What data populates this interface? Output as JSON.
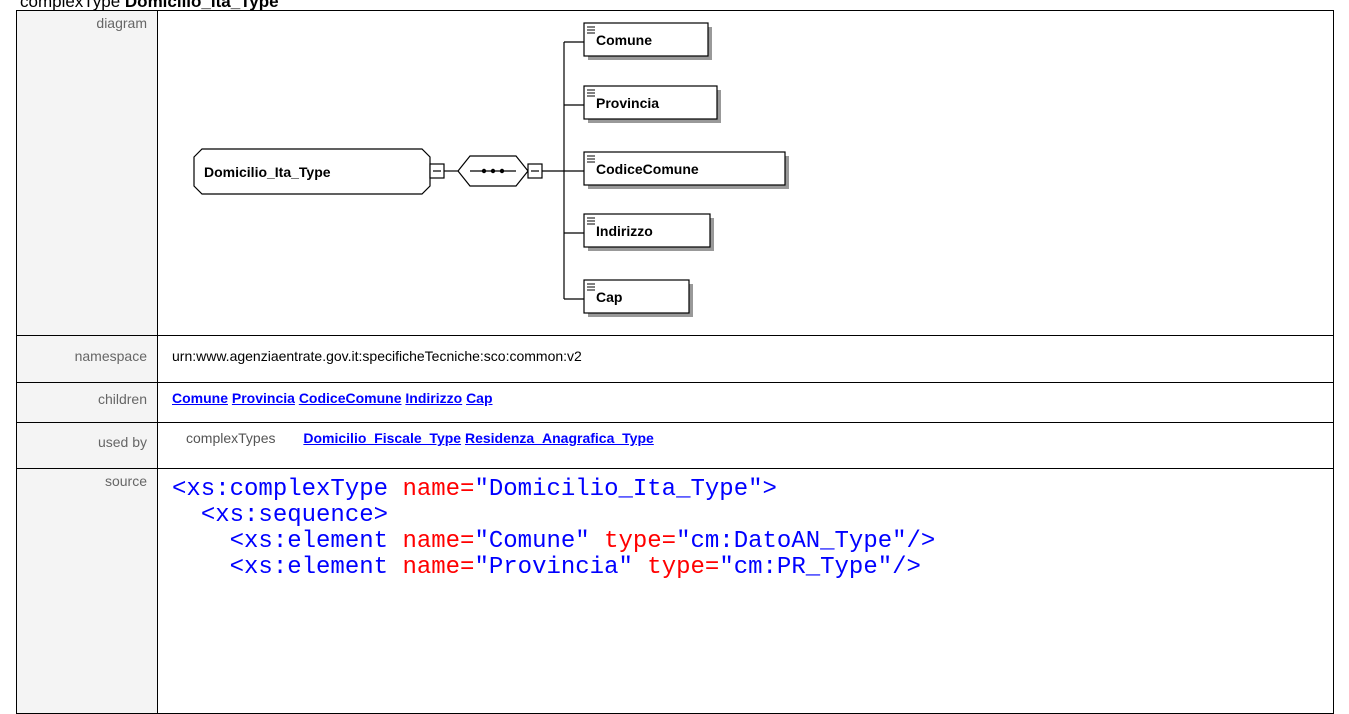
{
  "heading": {
    "kind": "complexType",
    "name": "Domicilio_Ita_Type"
  },
  "rows": {
    "diagram_label": "diagram",
    "namespace_label": "namespace",
    "children_label": "children",
    "usedby_label": "used by",
    "source_label": "source"
  },
  "diagram": {
    "root": "Domicilio_Ita_Type",
    "children": [
      "Comune",
      "Provincia",
      "CodiceComune",
      "Indirizzo",
      "Cap"
    ]
  },
  "namespace": "urn:www.agenziaentrate.gov.it:specificheTecniche:sco:common:v2",
  "children_links": [
    "Comune",
    "Provincia",
    "CodiceComune",
    "Indirizzo",
    "Cap"
  ],
  "used_by": {
    "kind": "complexTypes",
    "links": [
      "Domicilio_Fiscale_Type",
      "Residenza_Anagrafica_Type"
    ]
  },
  "source": {
    "line1": {
      "tag_open": "<xs:complexType ",
      "attr": "name=",
      "value": "\"Domicilio_Ita_Type\"",
      "tag_close": ">"
    },
    "line2": {
      "tag": "<xs:sequence>"
    },
    "line3": {
      "tag_open": "<xs:element ",
      "attr1": "name=",
      "val1": "\"Comune\"",
      "attr2": " type=",
      "val2": "\"cm:DatoAN_Type\"",
      "tag_close": "/>"
    },
    "line4": {
      "tag_open": "<xs:element ",
      "attr1": "name=",
      "val1": "\"Provincia\"",
      "attr2": " type=",
      "val2": "\"cm:PR_Type\"",
      "tag_close": "/>"
    }
  }
}
